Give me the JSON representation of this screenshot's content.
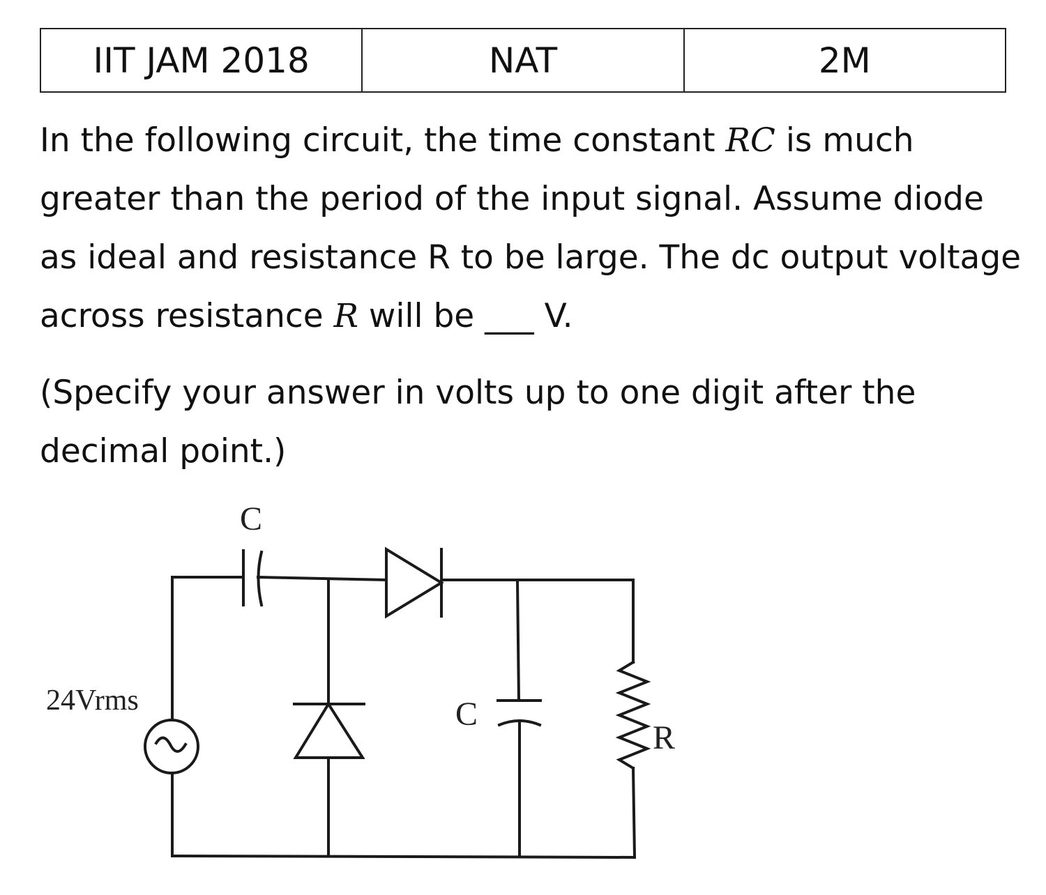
{
  "header": {
    "exam": "IIT JAM 2018",
    "type": "NAT",
    "marks": "2M"
  },
  "question": {
    "part1": "In the following circuit, the time constant ",
    "rc": "RC",
    "part2": " is much greater than the period of the input signal. Assume diode as ideal and resistance R to be large. The dc output voltage across resistance ",
    "r": "R",
    "part3": " will be ___ V."
  },
  "instruction": "(Specify your answer in volts up to one digit after the decimal point.)",
  "circuit": {
    "source_label": "24Vrms",
    "capacitor_top_label": "C",
    "capacitor_mid_label": "C",
    "resistor_label": "R"
  }
}
